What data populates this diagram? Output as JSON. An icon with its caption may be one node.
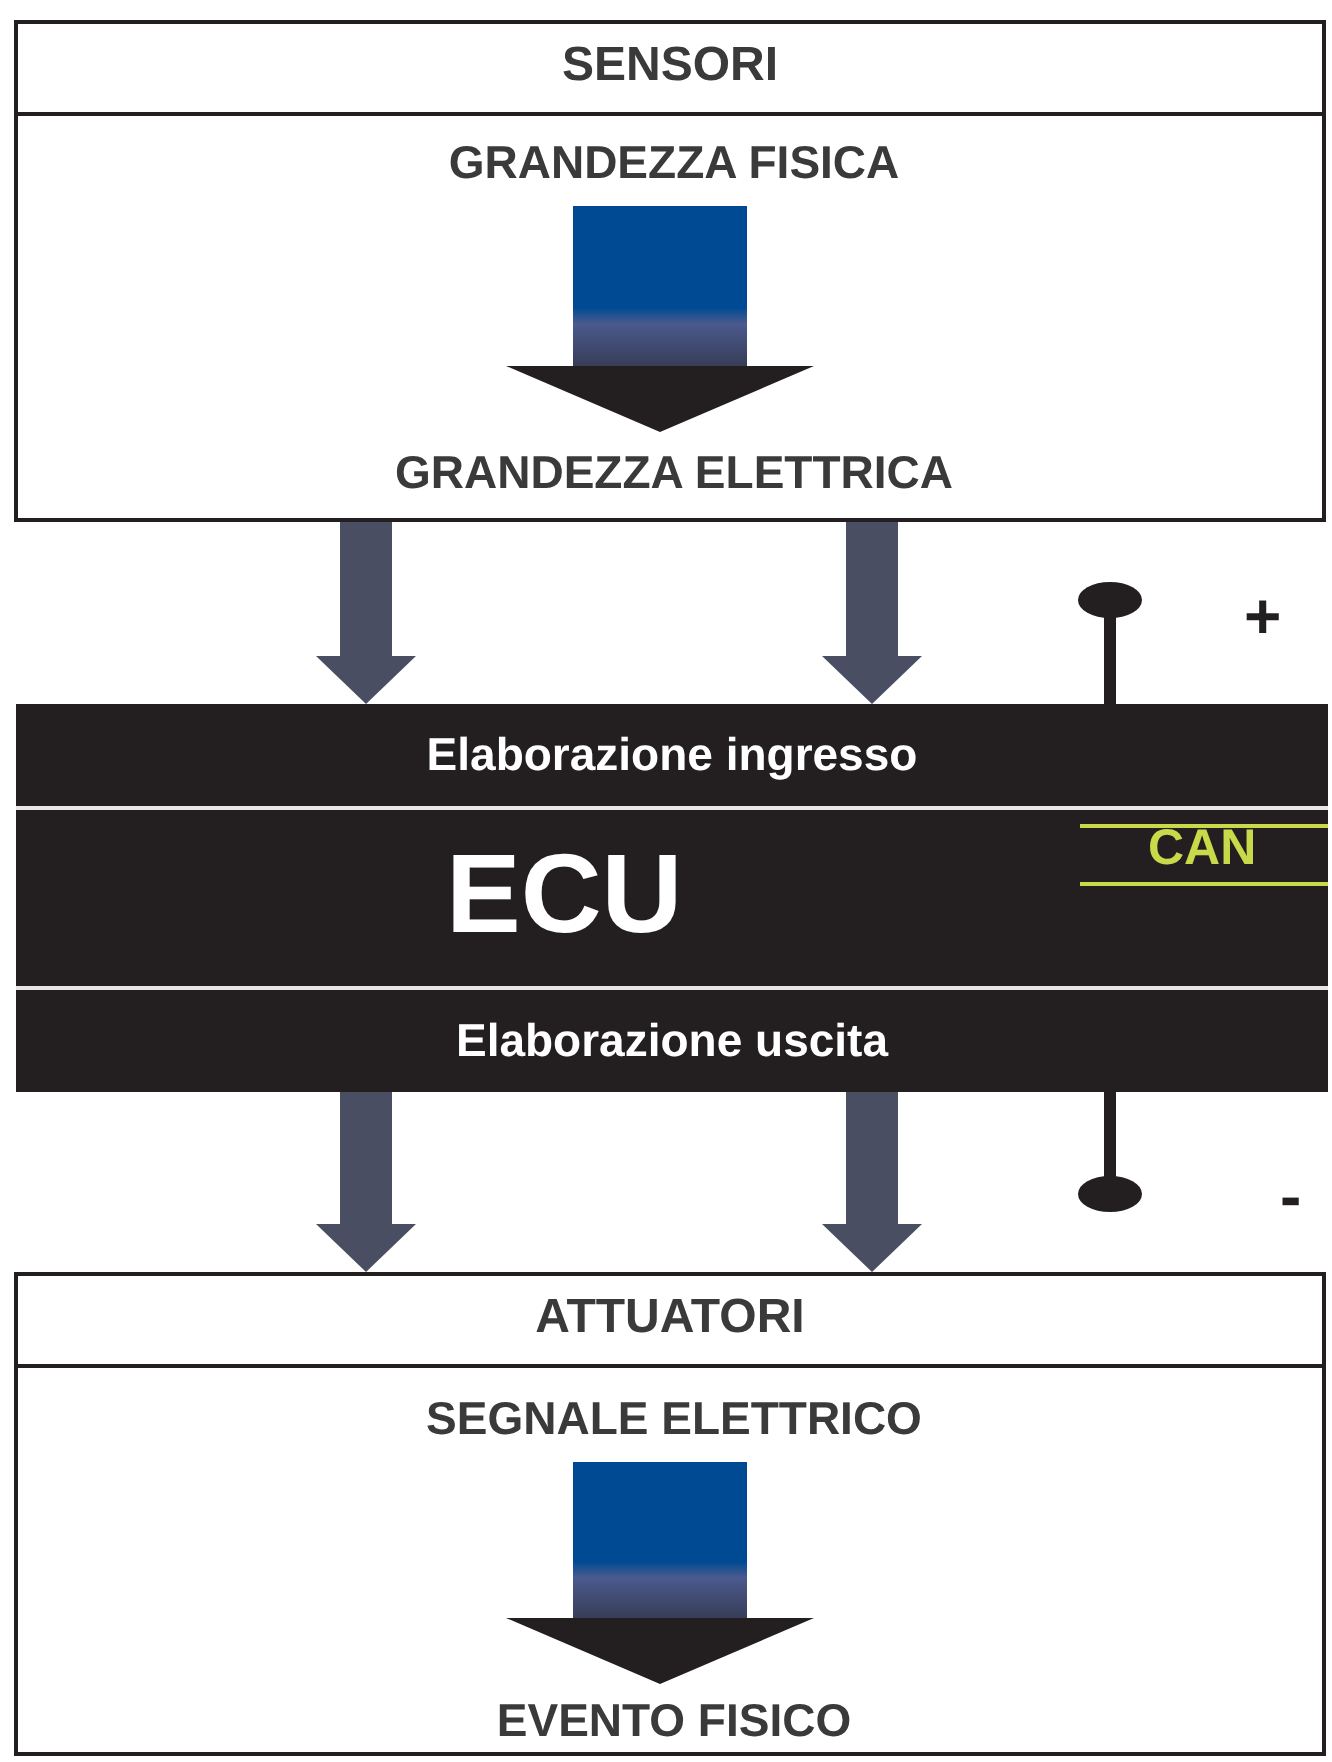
{
  "diagram": {
    "nodes": [
      {
        "text": [
          "SENSORI"
        ]
      },
      {
        "text": [
          "GRANDEZZA FISICA"
        ],
        "in": 0
      },
      {
        "text": [
          "GRANDEZZA ELETTRICA"
        ],
        "in": 0
      },
      {
        "text": [
          "ECU"
        ]
      },
      {
        "text": [
          "Elaborazione ingresso"
        ],
        "in": 3
      },
      {
        "text": [
          "Elaborazione uscita"
        ],
        "in": 3
      },
      {
        "text": [
          "ATTUATORI"
        ]
      },
      {
        "text": [
          "SEGNALE ELETTRICO"
        ],
        "in": 6
      },
      {
        "text": [
          "EVENTO FISICO"
        ],
        "in": 6
      }
    ],
    "edges": [
      {
        "from": 1,
        "to": 2,
        "arrow": "to",
        "style": "thick",
        "color": "#004a93"
      },
      {
        "from": 0,
        "to": 4,
        "arrow": "to"
      },
      {
        "from": 0,
        "to": 4,
        "arrow": "to"
      },
      {
        "from": 5,
        "to": 6,
        "arrow": "to"
      },
      {
        "from": 5,
        "to": 6,
        "arrow": "to"
      },
      {
        "from": 7,
        "to": 8,
        "arrow": "to",
        "style": "thick",
        "color": "#004a93"
      }
    ],
    "labels": [
      "+",
      "CAN",
      "-"
    ]
  }
}
